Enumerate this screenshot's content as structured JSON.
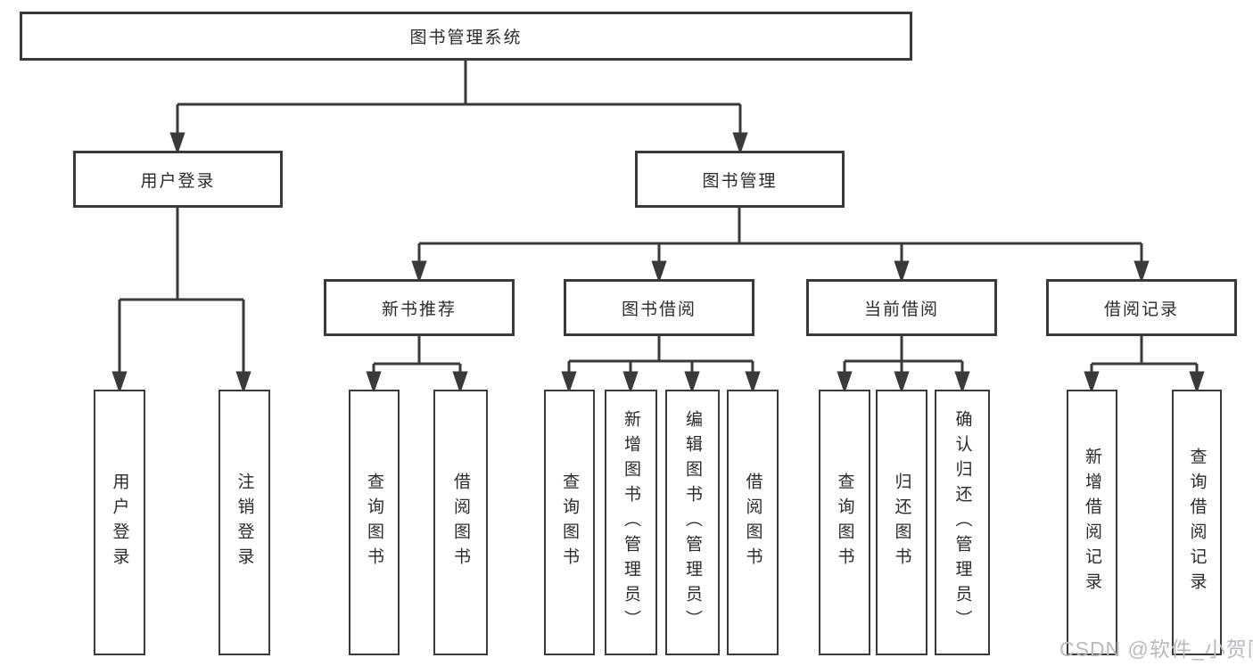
{
  "diagram": {
    "root": {
      "label": "图书管理系统"
    },
    "level2": [
      {
        "label": "用户登录"
      },
      {
        "label": "图书管理"
      }
    ],
    "level3": [
      {
        "label": "新书推荐"
      },
      {
        "label": "图书借阅"
      },
      {
        "label": "当前借阅"
      },
      {
        "label": "借阅记录"
      }
    ],
    "leaves": {
      "user_login": [
        {
          "label": "用户登录"
        },
        {
          "label": "注销登录"
        }
      ],
      "new_book": [
        {
          "label": "查询图书"
        },
        {
          "label": "借阅图书"
        }
      ],
      "book_borrow": [
        {
          "label": "查询图书"
        },
        {
          "label": "新增图书（管理员）"
        },
        {
          "label": "编辑图书（管理员）"
        },
        {
          "label": "借阅图书"
        }
      ],
      "current_borrow": [
        {
          "label": "查询图书"
        },
        {
          "label": "归还图书"
        },
        {
          "label": "确认归还（管理员）"
        }
      ],
      "borrow_record": [
        {
          "label": "新增借阅记录"
        },
        {
          "label": "查询借阅记录"
        }
      ]
    }
  },
  "watermark": {
    "text": "CSDN @软件_小贺同学"
  },
  "colors": {
    "line": "#3a3a3a",
    "text": "#2b2b2b",
    "watermark_text": "#b6bac0",
    "background": "#ffffff"
  }
}
